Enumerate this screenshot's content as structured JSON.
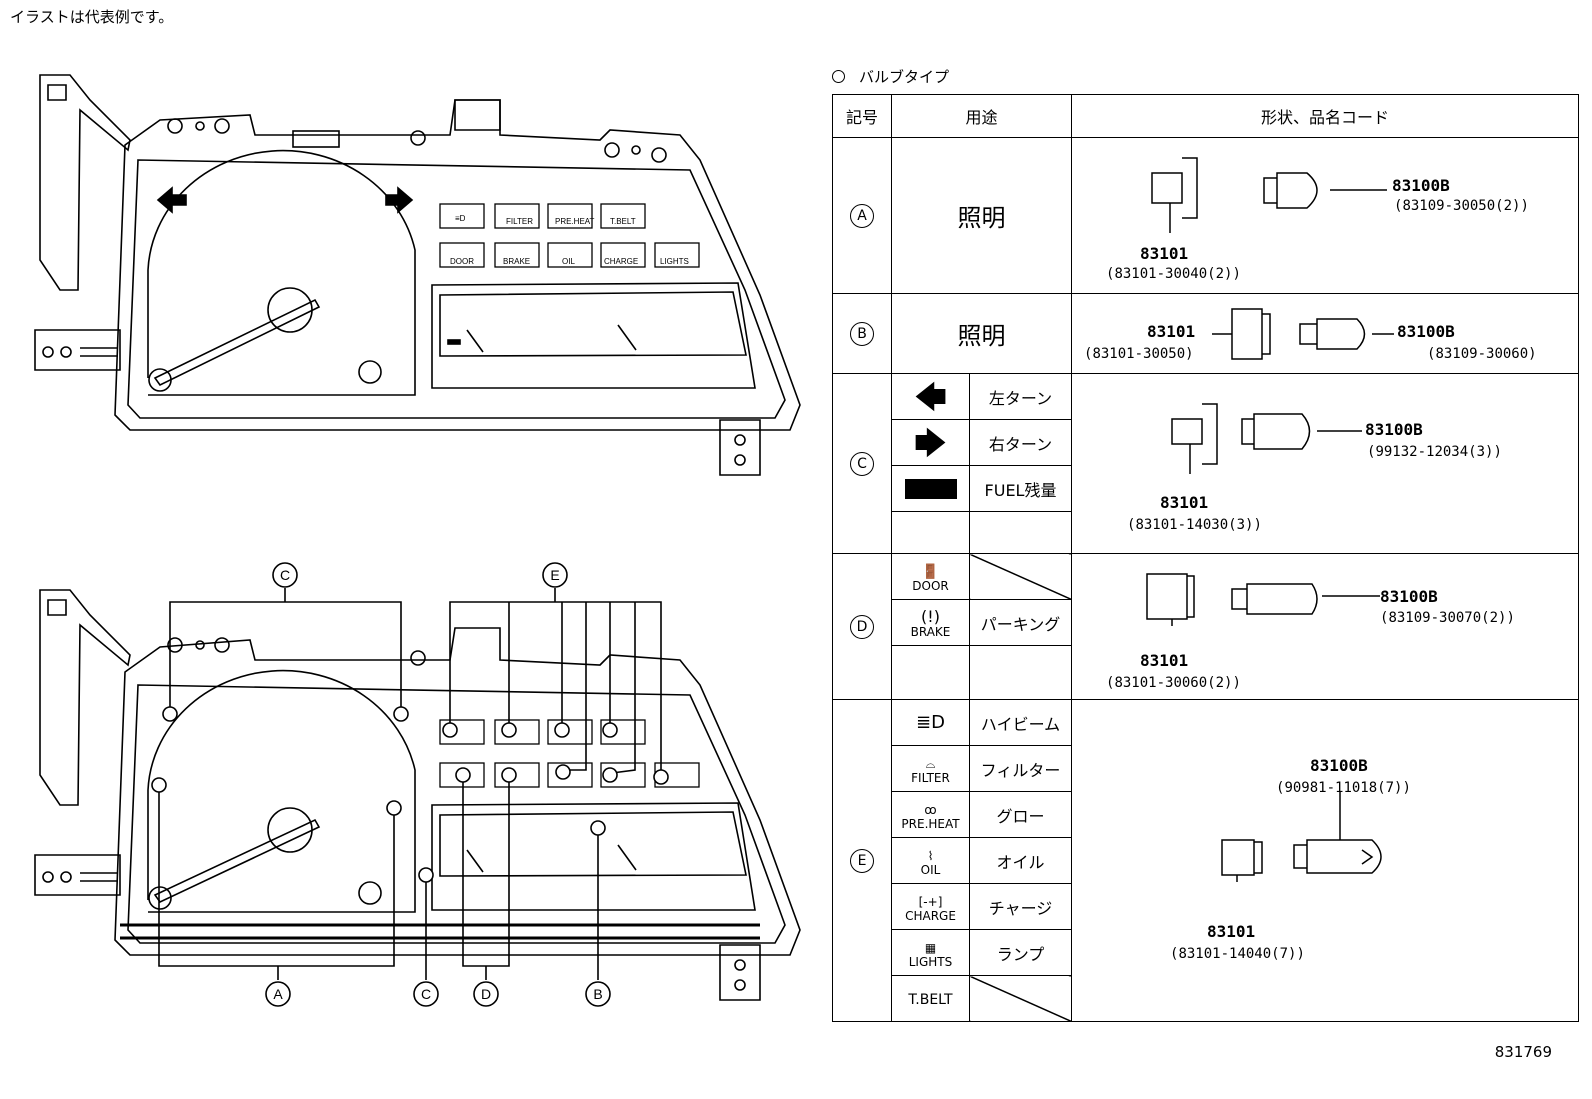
{
  "header": {
    "note": "イラストは代表例です。"
  },
  "footer": {
    "doc_id": "831769"
  },
  "illustration": {
    "callouts_top": [
      "C",
      "E"
    ],
    "callouts_bottom": [
      "A",
      "C",
      "D",
      "B"
    ],
    "panel_icons": [
      "DOOR",
      "BRAKE",
      "OIL",
      "CHARGE",
      "LIGHTS",
      "FILTER",
      "PREHEAT",
      "T.BELT"
    ]
  },
  "bulb_table": {
    "title": "バルブタイプ",
    "headers": {
      "symbol": "記号",
      "usage": "用途",
      "shape": "形状、品名コード"
    },
    "rows": [
      {
        "symbol": "A",
        "usage": "照明",
        "socket": "83101",
        "socket_code": "(83101-30040(2))",
        "bulb": "83100B",
        "bulb_code": "(83109-30050(2))"
      },
      {
        "symbol": "B",
        "usage": "照明",
        "socket": "83101",
        "socket_code": "(83101-30050)",
        "bulb": "83100B",
        "bulb_code": "(83109-30060)"
      },
      {
        "symbol": "C",
        "subitems": [
          {
            "icon": "left-arrow",
            "label": "左ターン"
          },
          {
            "icon": "right-arrow",
            "label": "右ターン"
          },
          {
            "icon": "black-bar",
            "label": "FUEL残量"
          }
        ],
        "socket": "83101",
        "socket_code": "(83101-14030(3))",
        "bulb": "83100B",
        "bulb_code": "(99132-12034(3))"
      },
      {
        "symbol": "D",
        "subitems": [
          {
            "icon": "door",
            "icon_label": "DOOR",
            "label": ""
          },
          {
            "icon": "brake",
            "icon_label": "BRAKE",
            "label": "パーキング"
          }
        ],
        "socket": "83101",
        "socket_code": "(83101-30060(2))",
        "bulb": "83100B",
        "bulb_code": "(83109-30070(2))"
      },
      {
        "symbol": "E",
        "subitems": [
          {
            "icon": "high-beam",
            "icon_label": "",
            "label": "ハイビーム"
          },
          {
            "icon": "filter",
            "icon_label": "FILTER",
            "label": "フィルター"
          },
          {
            "icon": "preheat",
            "icon_label": "PRE.HEAT",
            "label": "グロー"
          },
          {
            "icon": "oil",
            "icon_label": "OIL",
            "label": "オイル"
          },
          {
            "icon": "charge",
            "icon_label": "CHARGE",
            "label": "チャージ"
          },
          {
            "icon": "lights",
            "icon_label": "LIGHTS",
            "label": "ランプ"
          },
          {
            "icon": "tbelt",
            "icon_label": "T.BELT",
            "label": ""
          }
        ],
        "socket": "83101",
        "socket_code": "(83101-14040(7))",
        "bulb": "83100B",
        "bulb_code": "(90981-11018(7))"
      }
    ]
  }
}
